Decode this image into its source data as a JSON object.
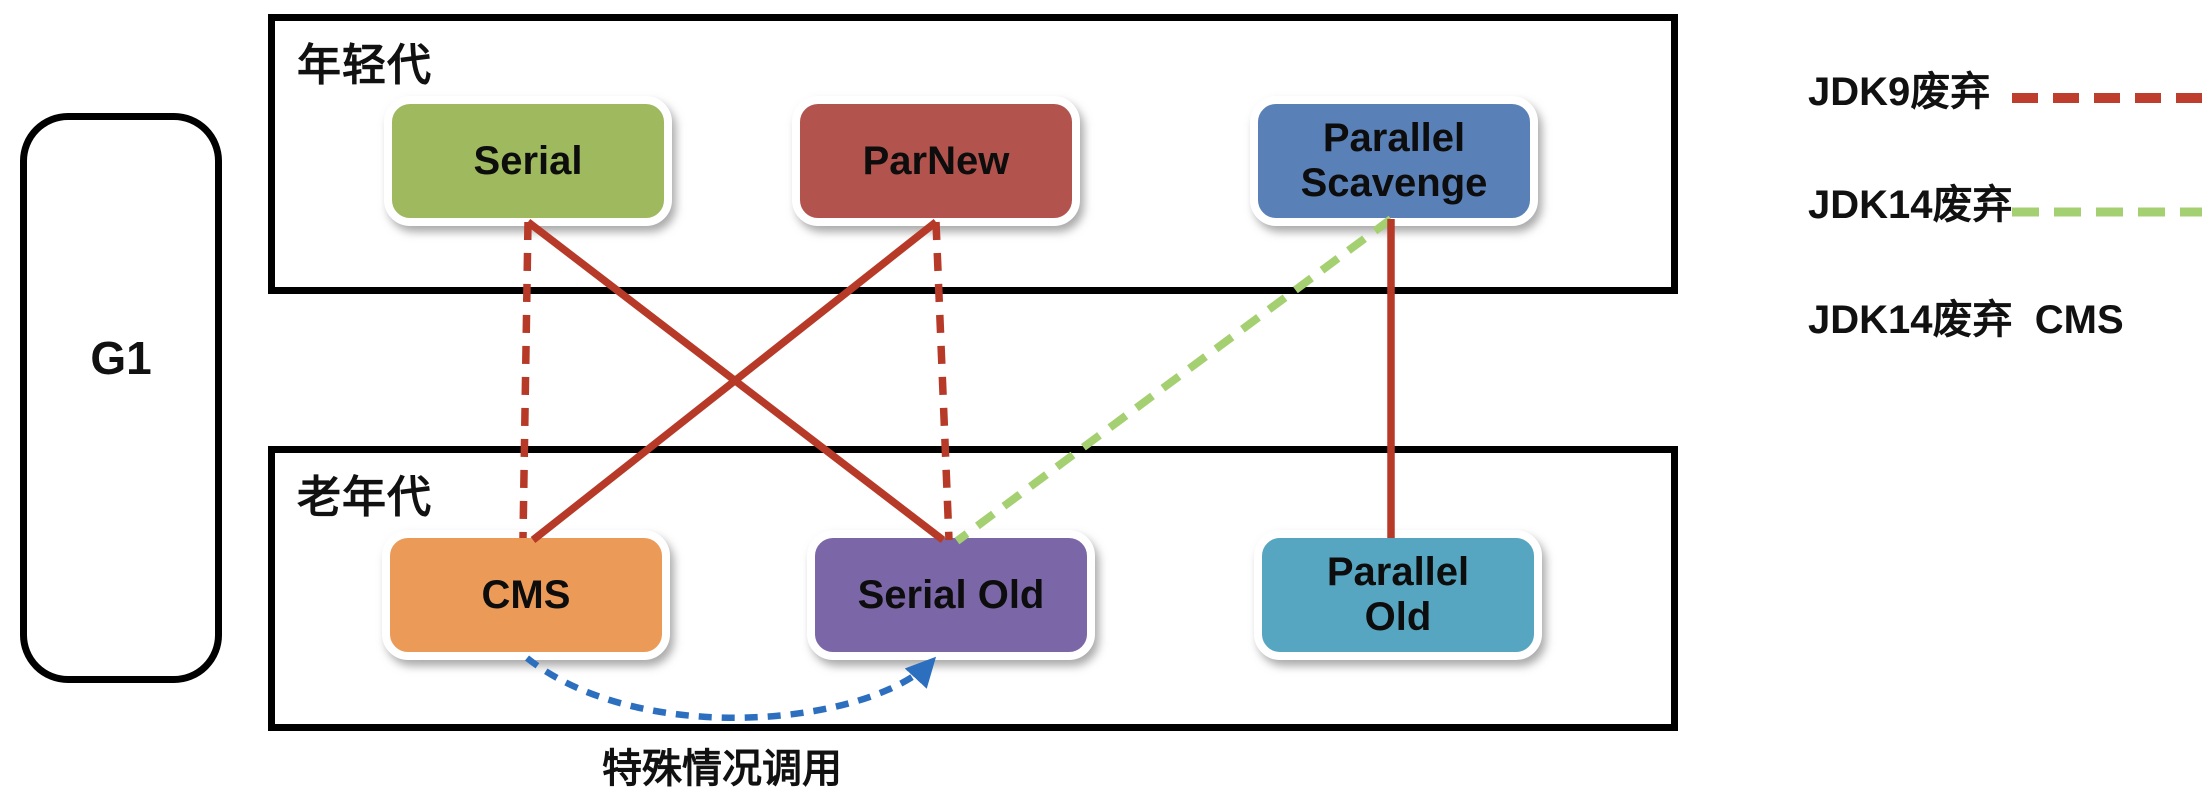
{
  "diagram": {
    "g1_label": "G1",
    "young_gen": {
      "title": "年轻代",
      "boxes": [
        {
          "label": "Serial",
          "color": "#9eb95e"
        },
        {
          "label": "ParNew",
          "color": "#b3534d"
        },
        {
          "label": "Parallel\nScavenge",
          "color": "#5a80b8"
        }
      ]
    },
    "old_gen": {
      "title": "老年代",
      "boxes": [
        {
          "label": "CMS",
          "color": "#eb9b57"
        },
        {
          "label": "Serial Old",
          "color": "#7b67a7"
        },
        {
          "label": "Parallel\nOld",
          "color": "#57a6c1"
        }
      ]
    },
    "special_case_label": "特殊情况调用",
    "edges": [
      {
        "from": "Serial",
        "to": "CMS",
        "style": "dashed",
        "color": "#b73a28"
      },
      {
        "from": "Serial",
        "to": "Serial Old",
        "style": "solid",
        "color": "#b73a28"
      },
      {
        "from": "ParNew",
        "to": "CMS",
        "style": "solid",
        "color": "#b73a28"
      },
      {
        "from": "ParNew",
        "to": "Serial Old",
        "style": "dashed",
        "color": "#b73a28"
      },
      {
        "from": "Parallel Scavenge",
        "to": "Serial Old",
        "style": "dashed",
        "color": "#a5d072"
      },
      {
        "from": "Parallel Scavenge",
        "to": "Parallel Old",
        "style": "solid",
        "color": "#b73a28"
      },
      {
        "from": "CMS",
        "to": "Serial Old",
        "style": "dashed-arrow-arc",
        "color": "#2d6fbf"
      }
    ]
  },
  "connector_colors": {
    "red": "#b73a28",
    "green": "#a5d072",
    "blue": "#2d6fbf",
    "black": "#000000"
  },
  "legend": {
    "items": [
      {
        "label": "JDK9废弃",
        "line_color": "#bf3d2c",
        "line_style": "dashed"
      },
      {
        "label": "JDK14废弃",
        "line_color": "#a5d072",
        "line_style": "dashed"
      },
      {
        "label": "JDK14废弃  CMS",
        "line_color": "",
        "line_style": "none"
      }
    ]
  }
}
